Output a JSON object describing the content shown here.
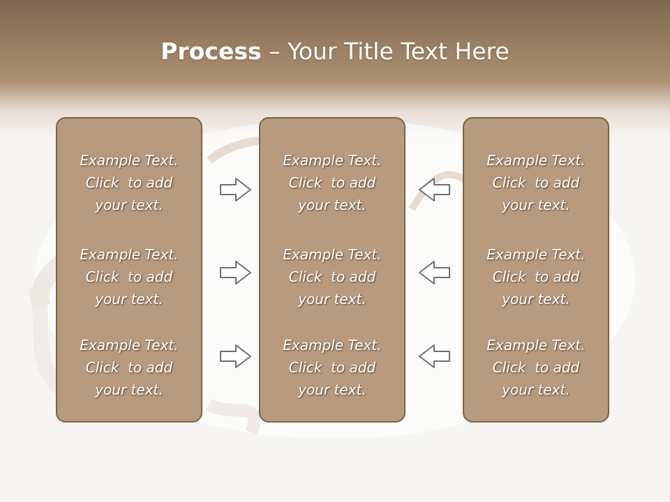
{
  "slide": {
    "title_bold": "Process",
    "title_rest": " – Your Title Text Here"
  },
  "columns": [
    {
      "items": [
        {
          "line1": "Example Text.",
          "line2": "Click  to add",
          "line3": "your text."
        },
        {
          "line1": "Example Text.",
          "line2": "Click  to add",
          "line3": "your text."
        },
        {
          "line1": "Example Text.",
          "line2": "Click  to add",
          "line3": "your text."
        }
      ]
    },
    {
      "items": [
        {
          "line1": "Example Text.",
          "line2": "Click  to add",
          "line3": "your text."
        },
        {
          "line1": "Example Text.",
          "line2": "Click  to add",
          "line3": "your text."
        },
        {
          "line1": "Example Text.",
          "line2": "Click  to add",
          "line3": "your text."
        }
      ]
    },
    {
      "items": [
        {
          "line1": "Example Text.",
          "line2": "Click  to add",
          "line3": "your text."
        },
        {
          "line1": "Example Text.",
          "line2": "Click  to add",
          "line3": "your text."
        },
        {
          "line1": "Example Text.",
          "line2": "Click  to add",
          "line3": "your text."
        }
      ]
    }
  ],
  "arrows": {
    "left_group_icon": "arrow-right-icon",
    "right_group_icon": "arrow-left-icon"
  },
  "colors": {
    "header": "#9c8064",
    "panel_fill": "#b89b7e",
    "panel_border": "#7a624b",
    "text": "#ffffff"
  }
}
